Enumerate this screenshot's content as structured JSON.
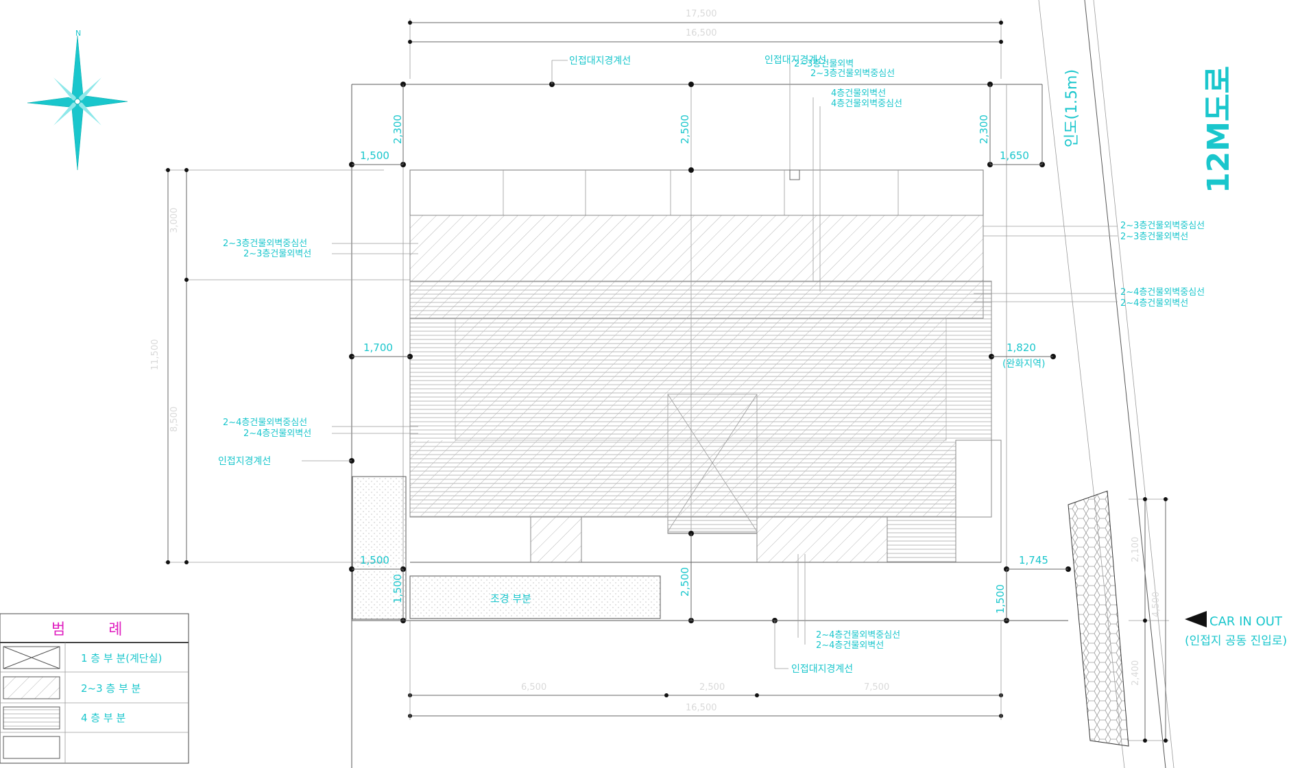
{
  "compass": {
    "north_label": "N",
    "icon": "compass-rose-icon"
  },
  "road": {
    "title": "12M도로",
    "sidewalk": "인도(1.5m)"
  },
  "car_entry": {
    "line1": "CAR IN OUT",
    "line2": "(인접지 공동 진입로)"
  },
  "landscape_label": "조경 부분",
  "legend": {
    "title": "범 례",
    "items": [
      {
        "label": "1 층 부 분(계단실)",
        "pattern": "cross"
      },
      {
        "label": "2~3 층 부 분",
        "pattern": "diagonal"
      },
      {
        "label": "4 층 부 분",
        "pattern": "horizontal"
      },
      {
        "label": "",
        "pattern": "blank"
      }
    ]
  },
  "dims": {
    "top_left_w": "1,500",
    "top_left_h": "2,300",
    "top_mid_h": "2,500",
    "top_right_h": "2,300",
    "top_right_w": "1,650",
    "mid_left_w": "1,700",
    "mid_right_w": "1,820",
    "mid_right_note": "(완화지역)",
    "bottom_left_w": "1,500",
    "bottom_left_h": "1,500",
    "bottom_mid_h": "2,500",
    "bottom_right_h": "1,500",
    "bottom_right_w": "1,745"
  },
  "annotations": {
    "top_adj_line_left": "인접대지경계선",
    "top_adj_line_right": "인접대지경계선",
    "top_set1_a": "2~3층건물외벽",
    "top_set1_b": "2~3층건물외벽중심선",
    "top_set2_a": "4층건물외벽선",
    "top_set2_b": "4층건물외벽중심선",
    "left_23_a": "2~3층건물외벽중심선",
    "left_23_b": "2~3층건물외벽선",
    "left_24_a": "2~4층건물외벽중심선",
    "left_24_b": "2~4층건물외벽선",
    "left_adj": "인접지경계선",
    "right_23_a": "2~3층건물외벽중심선",
    "right_23_b": "2~3층건물외벽선",
    "right_24_a": "2~4층건물외벽중심선",
    "right_24_b": "2~4층건물외벽선",
    "bottom_24_a": "2~4층건물외벽중심선",
    "bottom_24_b": "2~4층건물외벽선",
    "bottom_adj": "인접대지경계선"
  },
  "colors": {
    "annotation": "#19c6cc",
    "legend_title": "#e020c0",
    "lines": "#555555"
  }
}
